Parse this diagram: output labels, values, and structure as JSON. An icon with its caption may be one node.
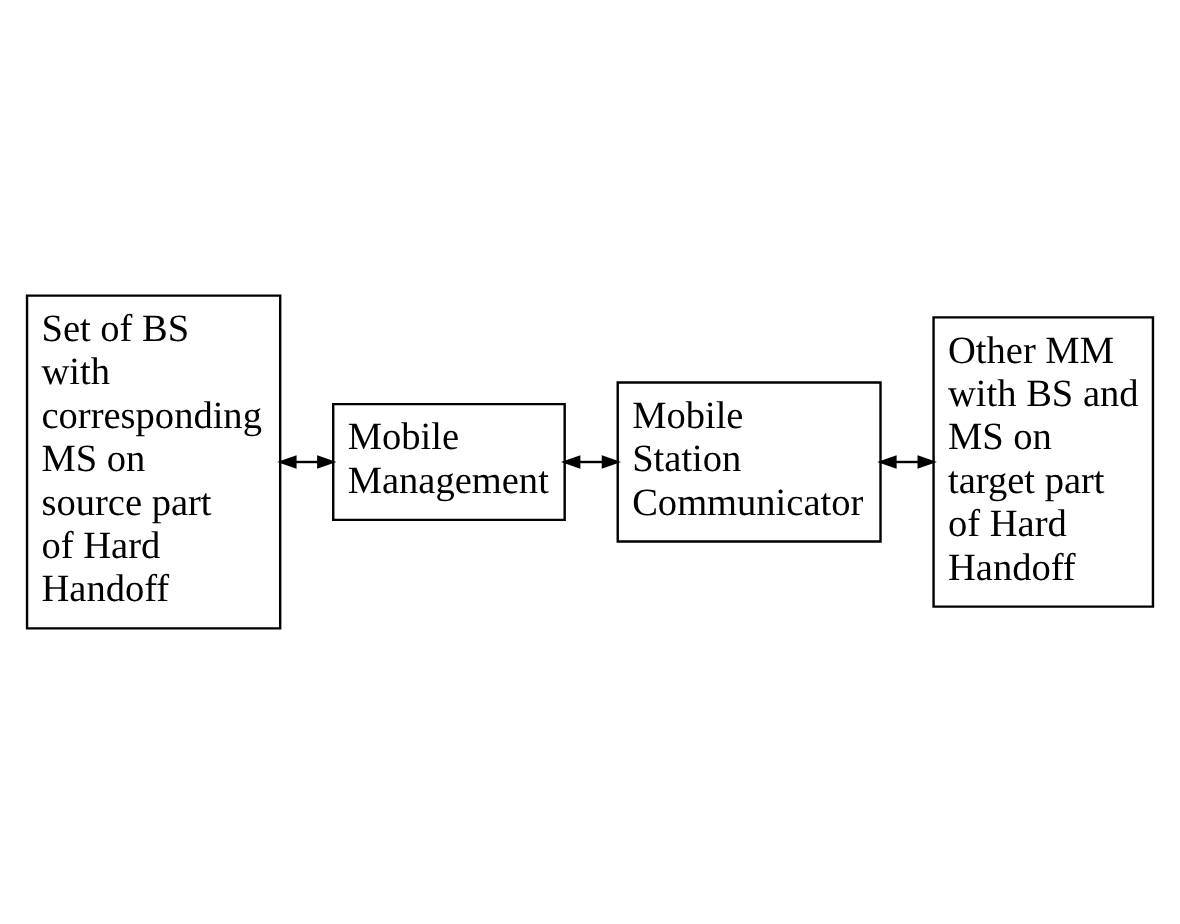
{
  "diagram": {
    "nodes": [
      {
        "text": [
          "Set of BS with corresponding MS on source part of Hard Handoff"
        ]
      },
      {
        "text": [
          "Mobile Management"
        ]
      },
      {
        "text": [
          "Mobile Station Communicator"
        ]
      },
      {
        "text": [
          "Other MM with BS and MS on target part of Hard Handoff"
        ]
      }
    ],
    "edges": [
      {
        "from": 0,
        "to": 1,
        "arrow": "both"
      },
      {
        "from": 1,
        "to": 2,
        "arrow": "both"
      },
      {
        "from": 2,
        "to": 3,
        "arrow": "both"
      }
    ]
  }
}
